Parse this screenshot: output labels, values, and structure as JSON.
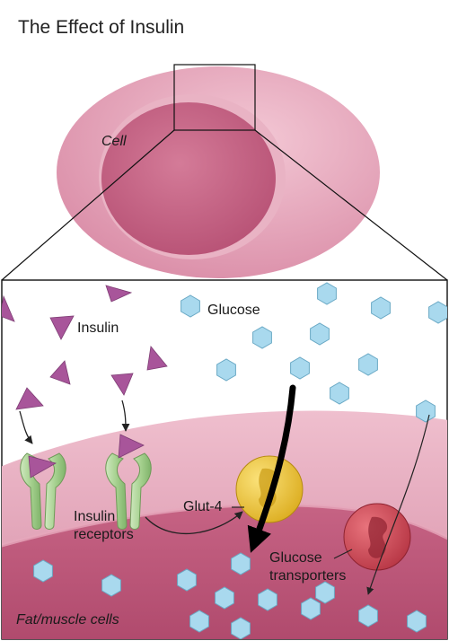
{
  "title": "The Effect of Insulin",
  "labels": {
    "cell": "Cell",
    "insulin": "Insulin",
    "glucose": "Glucose",
    "insulin_receptors": [
      "Insulin",
      "receptors"
    ],
    "glut4": "Glut-4",
    "glucose_transporters": [
      "Glucose",
      "transporters"
    ],
    "fat_muscle_cells": "Fat/muscle cells"
  },
  "colors": {
    "cell_outer": "#e4a3b8",
    "cell_inner": "#c95f82",
    "insulin": "#a8559a",
    "glucose": "#a9d9ee",
    "receptor": "#a6d18f",
    "glut4": "#f0c52e",
    "glucose_transporter": "#cf4d5a"
  }
}
